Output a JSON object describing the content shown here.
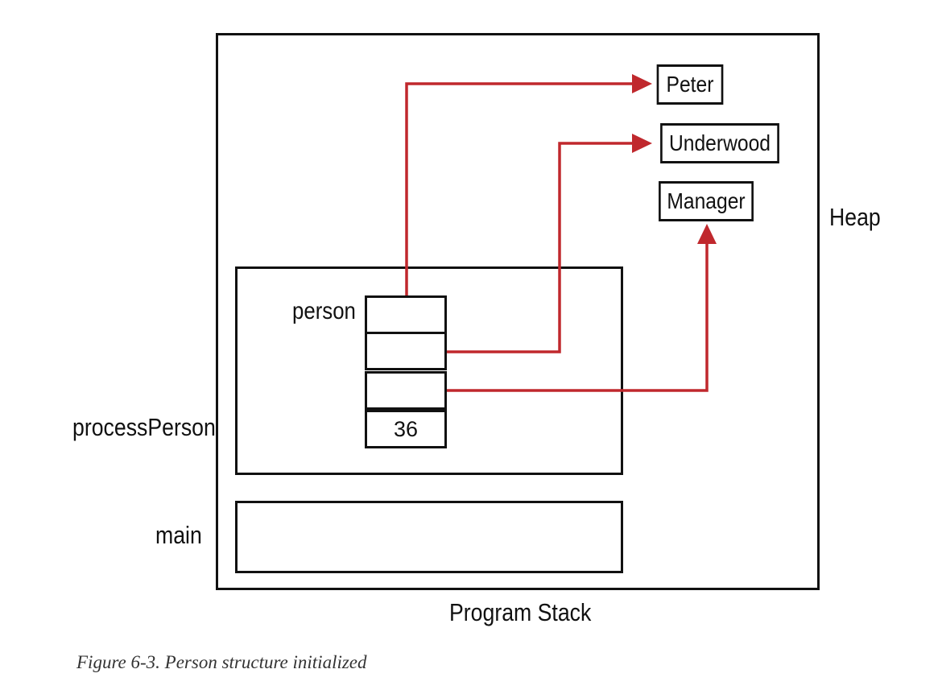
{
  "diagram": {
    "outer_label": "Program Stack",
    "heap_label": "Heap",
    "frames": {
      "process_person": "processPerson",
      "main": "main"
    },
    "struct": {
      "variable": "person",
      "fields": [
        "",
        "",
        "",
        "36"
      ]
    },
    "heap_strings": [
      "Peter",
      "Underwood",
      "Manager"
    ],
    "colors": {
      "pointer": "#c0282d",
      "stroke": "#111111"
    }
  },
  "caption": "Figure 6-3. Person structure initialized"
}
